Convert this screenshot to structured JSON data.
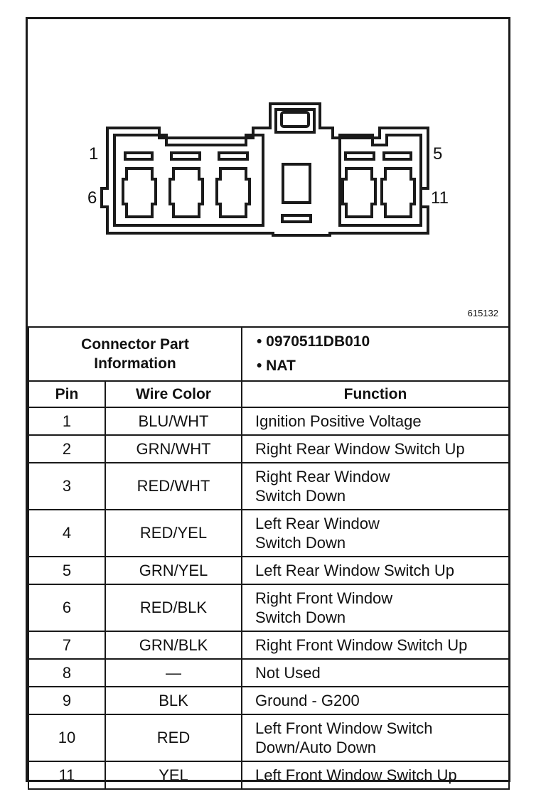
{
  "figure": {
    "pin_labels": {
      "top_left": "1",
      "bottom_left": "6",
      "top_right": "5",
      "bottom_right": "11"
    },
    "figure_id": "615132"
  },
  "connector_info": {
    "title_line1": "Connector Part",
    "title_line2": "Information",
    "items": [
      "• 0970511DB010",
      "• NAT"
    ]
  },
  "table": {
    "headers": [
      "Pin",
      "Wire Color",
      "Function"
    ],
    "rows": [
      {
        "pin": "1",
        "color": "BLU/WHT",
        "fn": [
          "Ignition Positive Voltage"
        ]
      },
      {
        "pin": "2",
        "color": "GRN/WHT",
        "fn": [
          "Right Rear Window Switch Up"
        ]
      },
      {
        "pin": "3",
        "color": "RED/WHT",
        "fn": [
          "Right Rear Window",
          "Switch Down"
        ]
      },
      {
        "pin": "4",
        "color": "RED/YEL",
        "fn": [
          "Left Rear Window",
          "Switch Down"
        ]
      },
      {
        "pin": "5",
        "color": "GRN/YEL",
        "fn": [
          "Left Rear Window Switch Up"
        ]
      },
      {
        "pin": "6",
        "color": "RED/BLK",
        "fn": [
          "Right Front Window",
          "Switch Down"
        ]
      },
      {
        "pin": "7",
        "color": "GRN/BLK",
        "fn": [
          "Right Front Window Switch Up"
        ]
      },
      {
        "pin": "8",
        "color": "—",
        "fn": [
          "Not Used"
        ]
      },
      {
        "pin": "9",
        "color": "BLK",
        "fn": [
          "Ground - G200"
        ]
      },
      {
        "pin": "10",
        "color": "RED",
        "fn": [
          "Left Front Window Switch",
          "Down/Auto Down"
        ]
      },
      {
        "pin": "11",
        "color": "YEL",
        "fn": [
          "Left Front Window Switch Up"
        ]
      }
    ]
  }
}
